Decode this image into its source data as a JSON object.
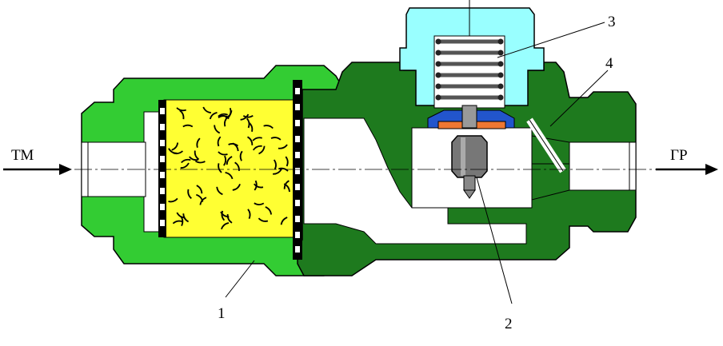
{
  "labels": {
    "inlet": "ТМ",
    "outlet": "ГР",
    "part_1": "1",
    "part_2": "2",
    "part_3": "3",
    "part_4": "4"
  },
  "colors": {
    "light_green": "#33cc33",
    "dark_green": "#1e7a1e",
    "filter_yellow": "#ffff33",
    "cap_cyan": "#99ffff",
    "seat_blue": "#2255cc",
    "seat_orange": "#ee7733",
    "plunger_gray": "#777777",
    "bore_white": "#ffffff",
    "outline": "#000000"
  }
}
